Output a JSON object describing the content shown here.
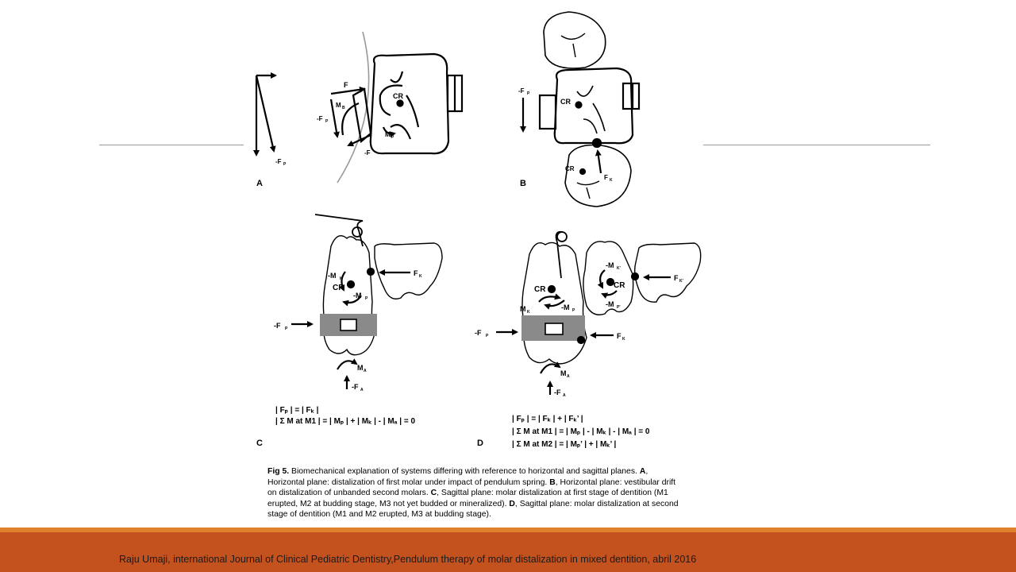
{
  "figure": {
    "panel_a": {
      "letter": "A",
      "labels": {
        "f": "F",
        "mb": "M",
        "mb_sub": "B",
        "neg_fp": "-F",
        "fp_sub": "P",
        "mp": "M",
        "mp_sub": "P",
        "neg_f": "-F",
        "cr": "CR",
        "vec_neg_fp": "-F",
        "vec_fp_sub": "P"
      }
    },
    "panel_b": {
      "letter": "B",
      "labels": {
        "neg_fp": "-F",
        "fp_sub": "P",
        "cr_upper": "CR",
        "cr_lower": "CR",
        "fk": "F",
        "fk_sub": "K"
      }
    },
    "panel_c": {
      "letter": "C",
      "labels": {
        "neg_mk": "-M",
        "mk_sub": "K",
        "cr": "CR",
        "neg_mp": "-M",
        "mp_sub": "P",
        "neg_fp": "-F",
        "fp_sub": "P",
        "fk": "F",
        "fk_sub": "K",
        "ma": "M",
        "ma_sub": "A",
        "neg_fa": "-F",
        "fa_sub": "A"
      },
      "equations": [
        "| Fₚ | = | Fₖ |",
        "| Σ M at M1 | = | Mₚ | + | Mₖ | - | Mₐ | = 0"
      ]
    },
    "panel_d": {
      "letter": "D",
      "labels": {
        "cr_left": "CR",
        "mk": "M",
        "mk_sub": "K",
        "neg_mp": "-M",
        "mp_sub": "P",
        "neg_mkp": "-M",
        "mkp_sub": "K'",
        "cr_right": "CR",
        "neg_mpp": "-M",
        "mpp_sub": "P'",
        "fkp": "F",
        "fkp_sub": "K'",
        "neg_fp": "-F",
        "fp_sub": "P",
        "fk": "F",
        "fk_sub": "K",
        "ma": "M",
        "ma_sub": "A",
        "neg_fa": "-F",
        "fa_sub": "A"
      },
      "equations": [
        "| Fₚ | = | Fₖ | + | Fₖ’ |",
        "| Σ M at M1 | = | Mₚ | - | Mₖ | - | Mₐ | = 0",
        "| Σ M at M2 | = | Mₚ’ | + | Mₖ’ |"
      ]
    },
    "caption": {
      "fig_label": "Fig 5.",
      "text_1": " Biomechanical explanation of systems differing with reference to horizontal and sagittal planes. ",
      "a": "A",
      "text_a": ", Horizontal plane: distalization of first molar under impact of pendulum spring. ",
      "b": "B",
      "text_b": ", Horizontal plane: vestibular drift on distalization of unbanded second molars. ",
      "c": "C",
      "text_c": ", Sagittal plane: molar distalization at first stage of dentition (M1 erupted, M2 at budding stage, M3 not yet budded or mineralized). ",
      "d": "D",
      "text_d": ", Sagittal plane: molar distalization at second stage of dentition (M1 and M2 erupted, M3 at budding stage)."
    }
  },
  "footer": {
    "citation": "Raju Umaji, international Journal of Clinical Pediatric Dentistry,Pendulum therapy of molar distalization in mixed dentition, abril 2016"
  },
  "colors": {
    "accent_orange": "#e2812b",
    "footer_rust": "#c4521f",
    "plate_gray": "#8a8a8a"
  }
}
